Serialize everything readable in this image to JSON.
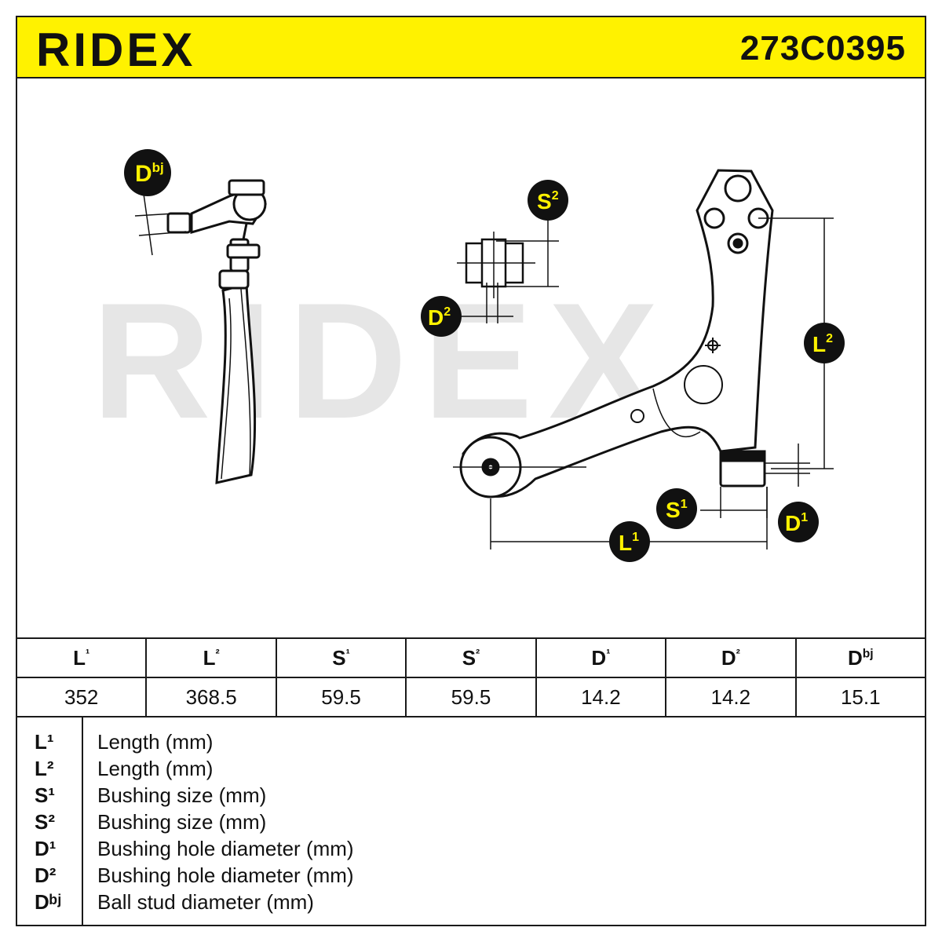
{
  "brand": "RIDEX",
  "part_number": "273C0395",
  "watermark": "RIDEX",
  "labels": {
    "dbj": {
      "base": "D",
      "sup": "bj"
    },
    "s2": {
      "base": "S",
      "sup": "2"
    },
    "d2": {
      "base": "D",
      "sup": "2"
    },
    "l2": {
      "base": "L",
      "sup": "2"
    },
    "s1": {
      "base": "S",
      "sup": "1"
    },
    "d1": {
      "base": "D",
      "sup": "1"
    },
    "l1": {
      "base": "L",
      "sup": "1"
    }
  },
  "table": {
    "headers": [
      {
        "base": "L",
        "sup": "¹"
      },
      {
        "base": "L",
        "sup": "²"
      },
      {
        "base": "S",
        "sup": "¹"
      },
      {
        "base": "S",
        "sup": "²"
      },
      {
        "base": "D",
        "sup": "¹"
      },
      {
        "base": "D",
        "sup": "²"
      },
      {
        "base": "D",
        "sup": "bj"
      }
    ],
    "values": [
      "352",
      "368.5",
      "59.5",
      "59.5",
      "14.2",
      "14.2",
      "15.1"
    ]
  },
  "legend": [
    {
      "symbol": "L¹",
      "description": "Length (mm)"
    },
    {
      "symbol": "L²",
      "description": "Length (mm)"
    },
    {
      "symbol": "S¹",
      "description": "Bushing size (mm)"
    },
    {
      "symbol": "S²",
      "description": "Bushing size (mm)"
    },
    {
      "symbol": "D¹",
      "description": "Bushing hole diameter (mm)"
    },
    {
      "symbol": "D²",
      "description": "Bushing hole diameter (mm)"
    },
    {
      "symbol": "Dᵇʲ",
      "description": "Ball stud diameter (mm)"
    }
  ],
  "colors": {
    "brand_yellow": "#fff200",
    "ink": "#111111",
    "watermark": "#e6e6e6"
  }
}
